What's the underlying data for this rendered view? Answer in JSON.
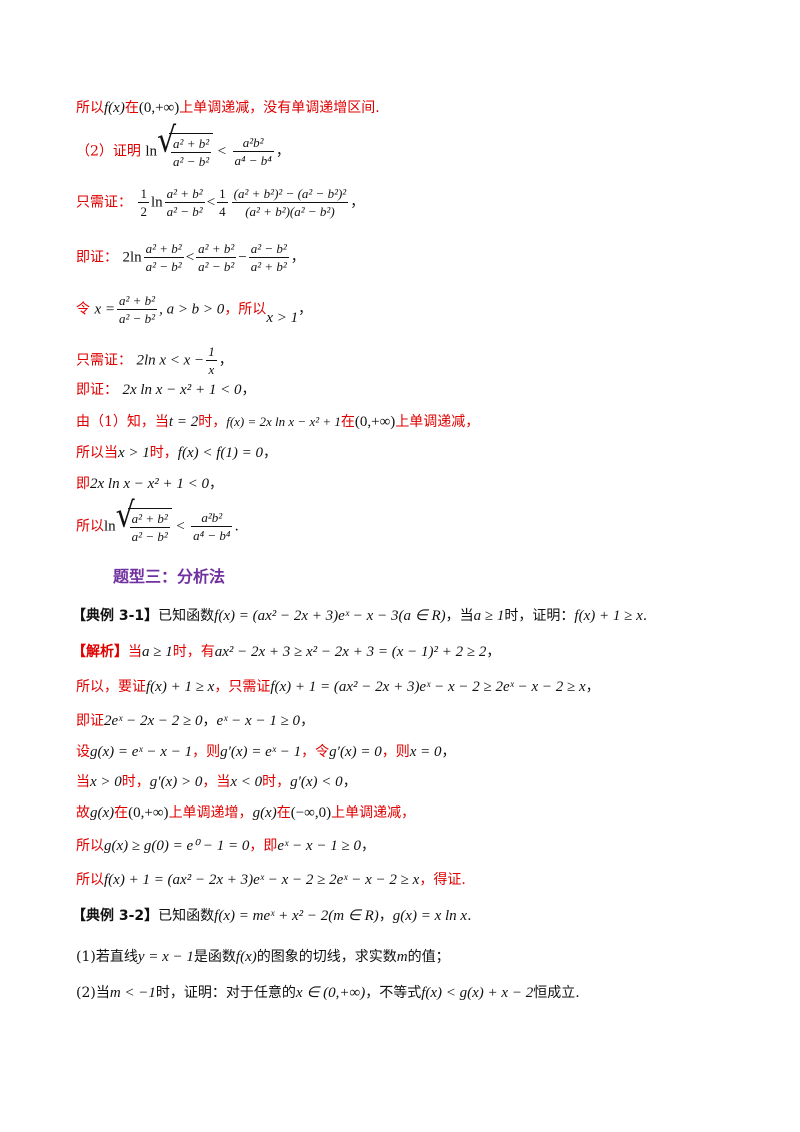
{
  "lines": {
    "l1_a": "所以",
    "l1_m1": "f(x)",
    "l1_b": "在",
    "l1_m2": "(0,+∞)",
    "l1_c": "上单调递减，没有单调递增区间.",
    "l2_a": "（2）证明",
    "l2_ln": "ln",
    "l2_sqrt_num": "a² + b²",
    "l2_sqrt_den": "a² − b²",
    "l2_lt": "<",
    "l2_rnum": "a²b²",
    "l2_rden": "a⁴ − b⁴",
    "l2_end": "，",
    "l3_a": "只需证：",
    "l3_f1n": "1",
    "l3_f1d": "2",
    "l3_ln": "ln",
    "l3_f2n": "a² + b²",
    "l3_f2d": "a² − b²",
    "l3_lt": "<",
    "l3_f3n": "1",
    "l3_f3d": "4",
    "l3_f4n": "(a² + b²)² − (a² − b²)²",
    "l3_f4d": "(a² + b²)(a² − b²)",
    "l3_end": "，",
    "l4_a": "即证：",
    "l4_pre": "2ln",
    "l4_f1n": "a² + b²",
    "l4_f1d": "a² − b²",
    "l4_lt": "<",
    "l4_f2n": "a² + b²",
    "l4_f2d": "a² − b²",
    "l4_minus": "−",
    "l4_f3n": "a² − b²",
    "l4_f3d": "a² + b²",
    "l4_end": "，",
    "l5_a": "令",
    "l5_x": "x =",
    "l5_fn": "a² + b²",
    "l5_fd": "a² − b²",
    "l5_cond": ", a > b > 0",
    "l5_b": "，所以",
    "l5_c": "x > 1",
    "l5_end": "，",
    "l6_a": "只需证：",
    "l6_m": "2ln x < x −",
    "l6_fn": "1",
    "l6_fd": "x",
    "l6_end": "，",
    "l7_a": "即证：",
    "l7_m": "2x ln x − x² + 1 < 0",
    "l7_end": "，",
    "l8_a": "由（1）知，当",
    "l8_m1": "t = 2",
    "l8_b": "时，",
    "l8_m2": "f(x) = 2x ln x − x² + 1",
    "l8_c": "在",
    "l8_m3": "(0,+∞)",
    "l8_d": "上单调递减，",
    "l9_a": "所以当",
    "l9_m1": "x > 1",
    "l9_b": "时，",
    "l9_m2": "f(x) < f(1) = 0",
    "l9_end": "，",
    "l10_a": "即",
    "l10_m": "2x ln x − x² + 1 < 0",
    "l10_end": "，",
    "l11_a": "所以",
    "l11_ln": "ln",
    "l11_sn": "a² + b²",
    "l11_sd": "a² − b²",
    "l11_lt": "<",
    "l11_rn": "a²b²",
    "l11_rd": "a⁴ − b⁴",
    "l11_end": ".",
    "heading": "题型三：分析法",
    "e1_tag": "【典例 3-1】",
    "e1_a": "已知函数",
    "e1_m1": "f(x) = (ax² − 2x + 3)eˣ − x − 3(a ∈ R)",
    "e1_b": "，当",
    "e1_m2": "a ≥ 1",
    "e1_c": "时，证明：",
    "e1_m3": "f(x) + 1 ≥ x",
    "e1_end": ".",
    "s1_tag": "【解析】",
    "s1_a": "当",
    "s1_m1": "a ≥ 1",
    "s1_b": "时，有",
    "s1_m2": "ax² − 2x + 3 ≥ x² − 2x + 3 = (x − 1)² + 2 ≥ 2",
    "s1_end": "，",
    "s2_a": "所以，要证",
    "s2_m1": "f(x) + 1 ≥ x",
    "s2_b": "，只需证",
    "s2_m2": "f(x) + 1 = (ax² − 2x + 3)eˣ − x − 2 ≥ 2eˣ − x − 2 ≥ x",
    "s2_end": "，",
    "s3_a": "即证",
    "s3_m1": "2eˣ − 2x − 2 ≥ 0",
    "s3_b": "，",
    "s3_m2": "eˣ − x − 1 ≥ 0",
    "s3_end": "，",
    "s4_a": "设",
    "s4_m1": "g(x) = eˣ − x − 1",
    "s4_b": "，则",
    "s4_m2": "g′(x) = eˣ − 1",
    "s4_c": "，令",
    "s4_m3": "g′(x) = 0",
    "s4_d": "，则",
    "s4_m4": "x = 0",
    "s4_end": "，",
    "s5_a": "当",
    "s5_m1": "x > 0",
    "s5_b": "时，",
    "s5_m2": "g′(x) > 0",
    "s5_c": "，当",
    "s5_m3": "x < 0",
    "s5_d": "时，",
    "s5_m4": "g′(x) < 0",
    "s5_end": "，",
    "s6_a": "故",
    "s6_m1": "g(x)",
    "s6_b": "在",
    "s6_m2": "(0,+∞)",
    "s6_c": "上单调递增，",
    "s6_m3": "g(x)",
    "s6_d": "在",
    "s6_m4": "(−∞,0)",
    "s6_e": "上单调递减，",
    "s7_a": "所以",
    "s7_m1": "g(x) ≥ g(0) = e⁰ − 1 = 0",
    "s7_b": "，即",
    "s7_m2": "eˣ − x − 1 ≥ 0",
    "s7_end": "，",
    "s8_a": "所以",
    "s8_m": "f(x) + 1 = (ax² − 2x + 3)eˣ − x − 2 ≥ 2eˣ − x − 2 ≥ x",
    "s8_b": "，得证.",
    "e2_tag": "【典例 3-2】",
    "e2_a": "已知函数",
    "e2_m1": "f(x) = meˣ + x² − 2(m ∈ R)",
    "e2_b": "，",
    "e2_m2": "g(x) = x ln x",
    "e2_end": ".",
    "q1_a": "(1)若直线",
    "q1_m1": "y = x − 1",
    "q1_b": "是函数",
    "q1_m2": "f(x)",
    "q1_c": "的图象的切线，求实数",
    "q1_m3": "m",
    "q1_d": "的值；",
    "q2_a": "(2)当",
    "q2_m1": "m < −1",
    "q2_b": "时，证明：对于任意的",
    "q2_m2": "x ∈ (0,+∞)",
    "q2_c": "，不等式",
    "q2_m3": "f(x) < g(x) + x − 2",
    "q2_d": "恒成立."
  }
}
